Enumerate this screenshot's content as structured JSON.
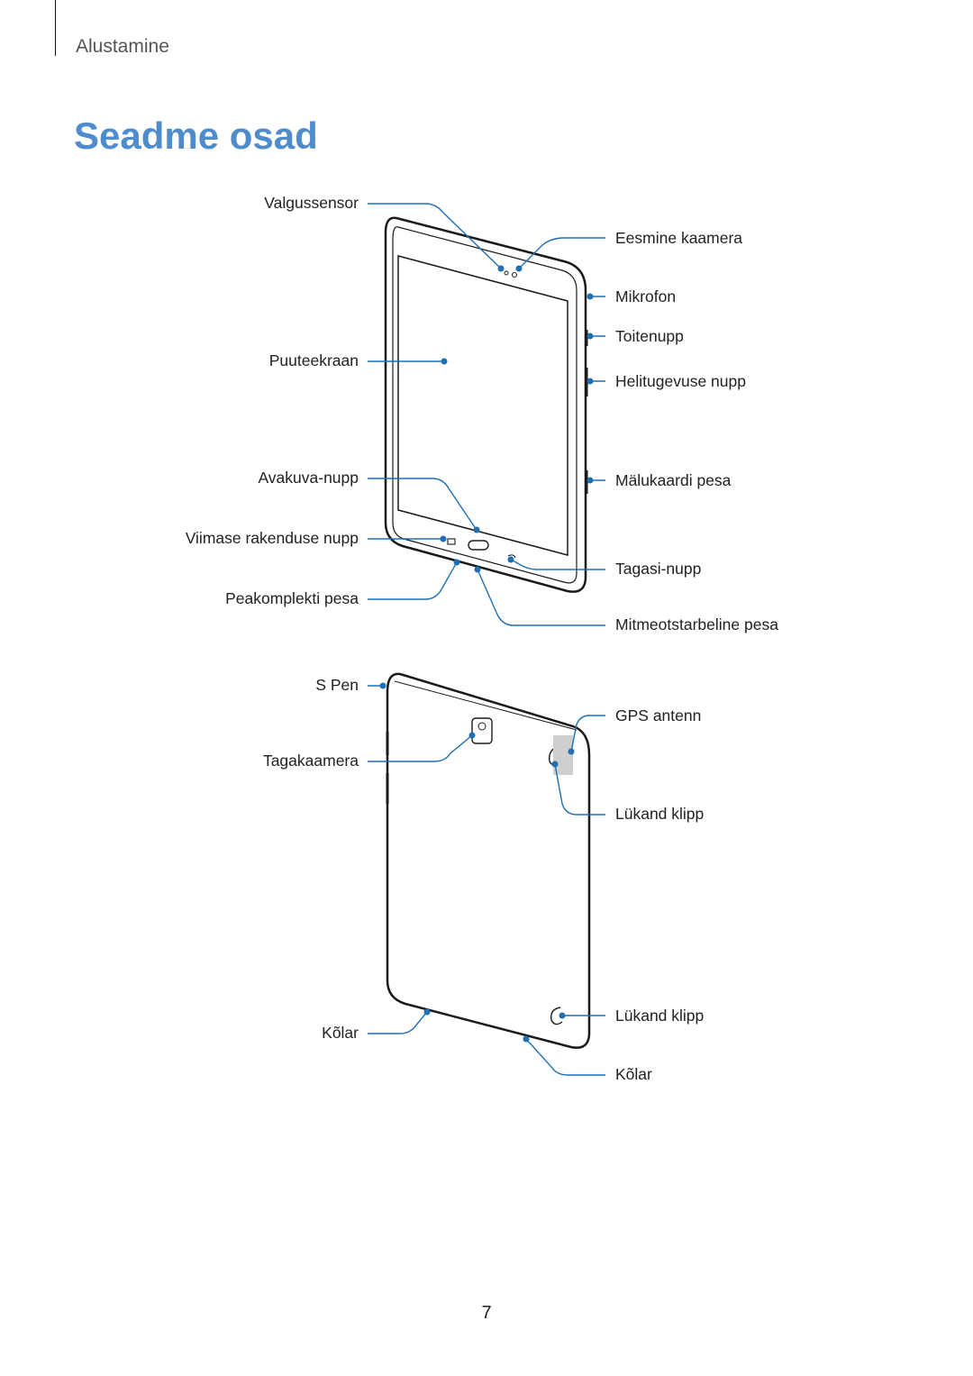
{
  "header": {
    "section": "Alustamine"
  },
  "page": {
    "title": "Seadme osad",
    "number": "7"
  },
  "front_labels": {
    "light_sensor": "Valgussensor",
    "front_camera": "Eesmine kaamera",
    "microphone": "Mikrofon",
    "power_key": "Toitenupp",
    "touchscreen": "Puuteekraan",
    "volume_key": "Helitugevuse nupp",
    "home_key": "Avakuva-nupp",
    "memory_card_slot": "Mälukaardi pesa",
    "recent_apps_key": "Viimase rakenduse nupp",
    "back_key": "Tagasi-nupp",
    "headset_jack": "Peakomplekti pesa",
    "multipurpose_jack": "Mitmeotstarbeline pesa"
  },
  "back_labels": {
    "s_pen": "S Pen",
    "gps_antenna": "GPS antenn",
    "rear_camera": "Tagakaamera",
    "slide_clip_top": "Lükand klipp",
    "slide_clip_bottom": "Lükand klipp",
    "speaker_left": "Kõlar",
    "speaker_right": "Kõlar"
  },
  "colors": {
    "title": "#4e8ccc",
    "callout": "#1f6fb2",
    "outline": "#1a1a1a"
  }
}
